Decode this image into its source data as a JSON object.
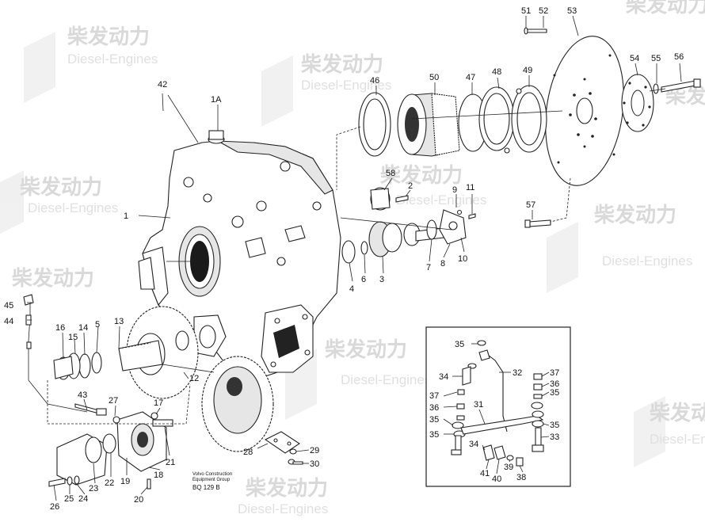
{
  "watermark": {
    "brand": "柴发动力",
    "subtitle": "Diesel-Engines"
  },
  "credit": {
    "line1": "Volvo Construction",
    "line2": "Equipment Group",
    "code": "BQ 129 B"
  },
  "callouts": [
    "51",
    "52",
    "53",
    "54",
    "55",
    "56",
    "42",
    "1A",
    "46",
    "50",
    "47",
    "48",
    "49",
    "1",
    "58",
    "2",
    "9",
    "11",
    "57",
    "4",
    "6",
    "3",
    "7",
    "8",
    "10",
    "45",
    "44",
    "16",
    "15",
    "14",
    "5",
    "13",
    "12",
    "43",
    "27",
    "17",
    "26",
    "25",
    "24",
    "23",
    "22",
    "19",
    "18",
    "21",
    "20",
    "28",
    "29",
    "30",
    "35",
    "32",
    "34",
    "37",
    "36",
    "31",
    "33",
    "39",
    "41",
    "40",
    "38"
  ]
}
